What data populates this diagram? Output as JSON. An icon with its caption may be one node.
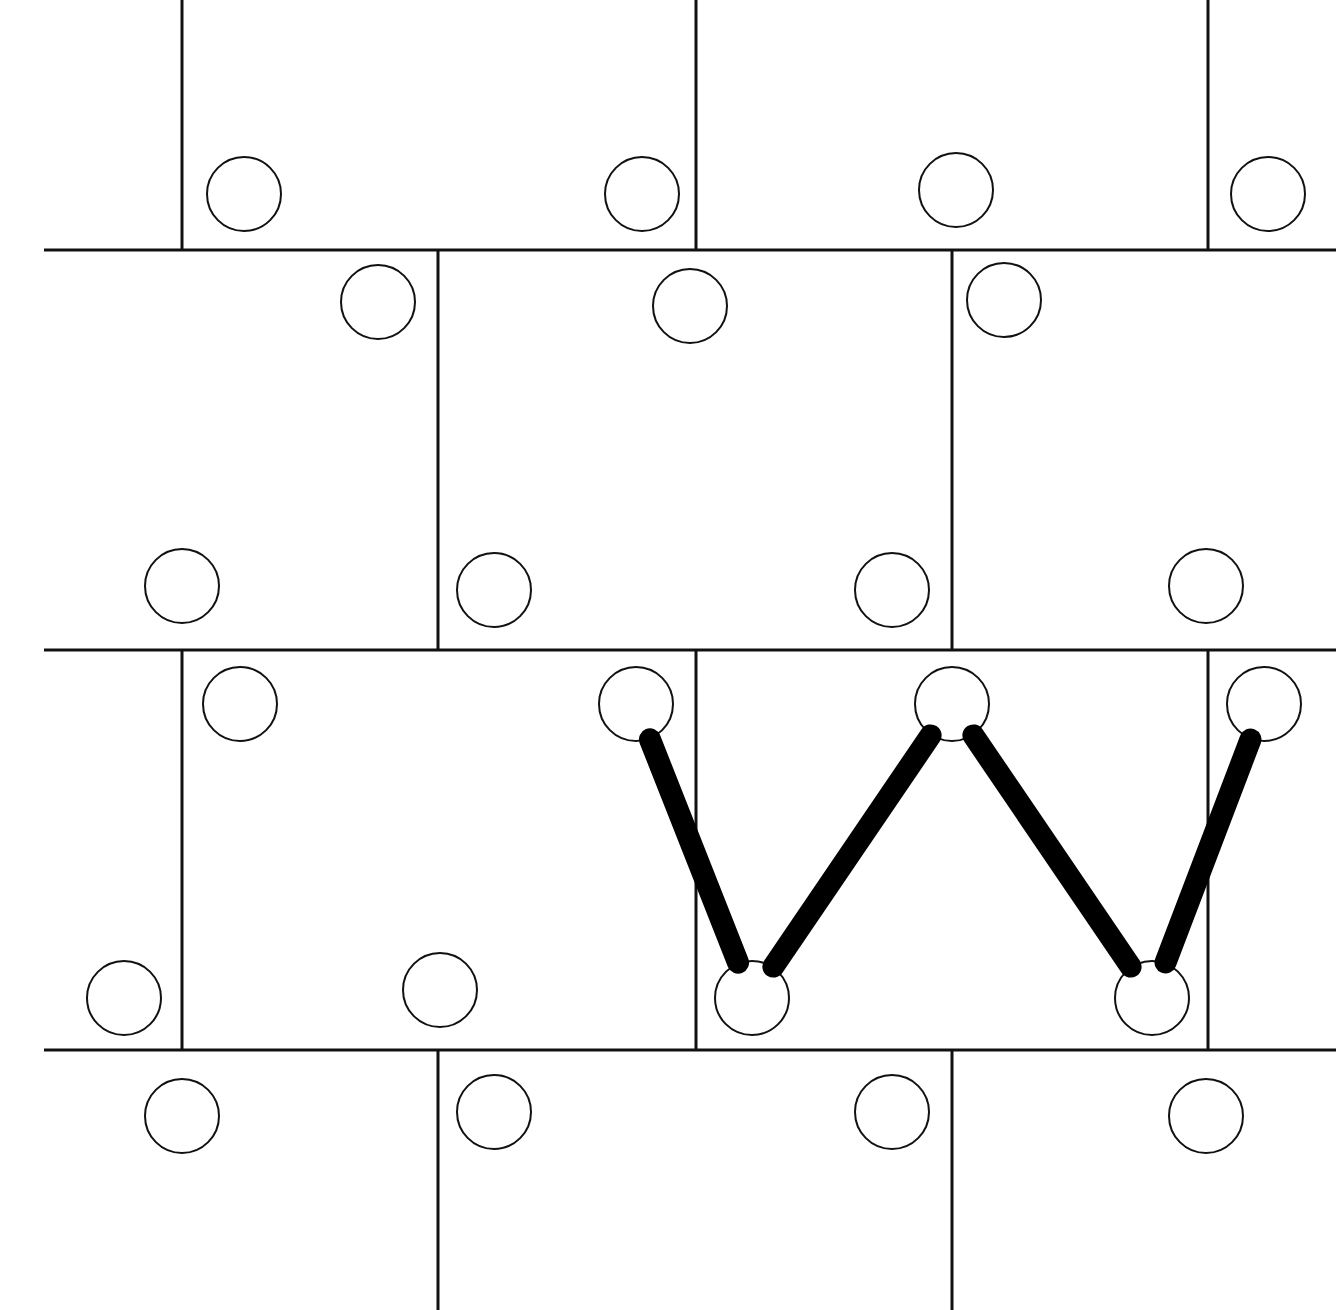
{
  "diagram": {
    "nodes": [
      {
        "text": [],
        "shape": "circle"
      },
      {
        "text": [],
        "shape": "circle"
      },
      {
        "text": [],
        "shape": "circle"
      },
      {
        "text": [],
        "shape": "circle"
      },
      {
        "text": [],
        "shape": "circle"
      },
      {
        "text": [],
        "shape": "circle"
      },
      {
        "text": [],
        "shape": "circle"
      },
      {
        "text": [],
        "shape": "circle"
      },
      {
        "text": [],
        "shape": "circle"
      },
      {
        "text": [],
        "shape": "circle"
      },
      {
        "text": [],
        "shape": "circle"
      },
      {
        "text": [],
        "shape": "circle"
      },
      {
        "text": [],
        "shape": "circle"
      },
      {
        "text": [],
        "shape": "circle"
      },
      {
        "text": [],
        "shape": "circle"
      },
      {
        "text": [],
        "shape": "circle"
      },
      {
        "text": [],
        "shape": "circle"
      },
      {
        "text": [],
        "shape": "circle"
      },
      {
        "text": [],
        "shape": "circle"
      },
      {
        "text": [],
        "shape": "circle"
      },
      {
        "text": [],
        "shape": "circle"
      },
      {
        "text": [],
        "shape": "circle"
      },
      {
        "text": [],
        "shape": "circle"
      }
    ],
    "edges": [
      {
        "from": 12,
        "to": 17,
        "arrow": "none"
      },
      {
        "from": 17,
        "to": 13,
        "arrow": "none"
      },
      {
        "from": 13,
        "to": 18,
        "arrow": "none"
      },
      {
        "from": 18,
        "to": 14,
        "arrow": "none"
      }
    ]
  }
}
